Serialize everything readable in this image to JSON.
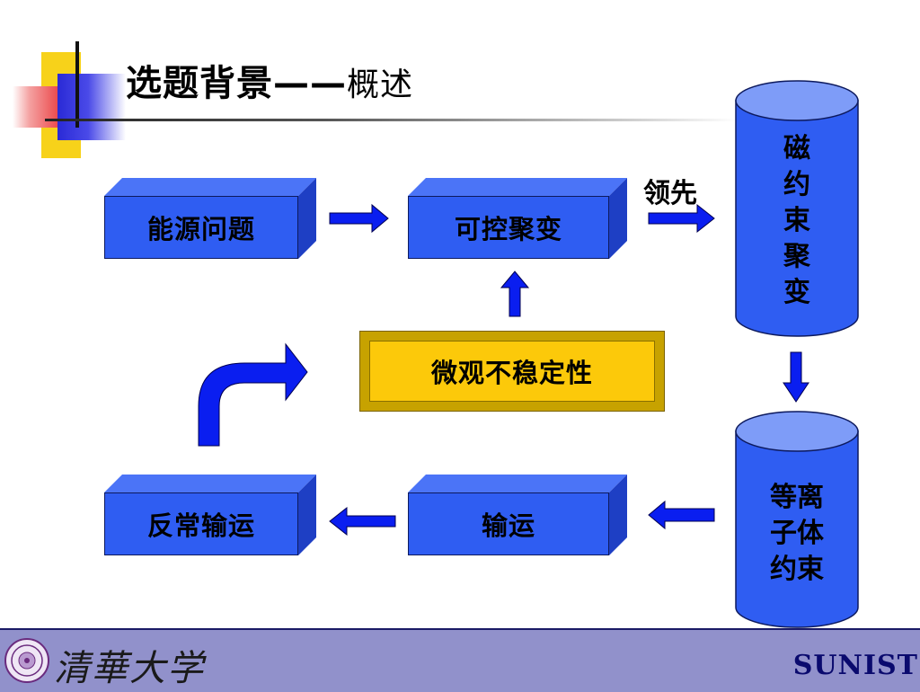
{
  "title": {
    "main": "选题背景——",
    "sub": "概述"
  },
  "nodes": {
    "energy": "能源问题",
    "fusion": "可控聚变",
    "micro": "微观不稳定性",
    "anomalous": "反常输运",
    "transport": "输运"
  },
  "leading_label": "领先",
  "cylinders": {
    "magnetic": [
      "磁",
      "约",
      "束",
      "聚",
      "变"
    ],
    "plasma": [
      "等离",
      "子体",
      "约束"
    ]
  },
  "footer": {
    "university": "清華大学",
    "project": "SUNIST"
  },
  "colors": {
    "box_blue": "#2f5df2",
    "gold": "#fcc90a",
    "arrow_blue": "#0a1ef0",
    "footer": "#9191cb"
  }
}
